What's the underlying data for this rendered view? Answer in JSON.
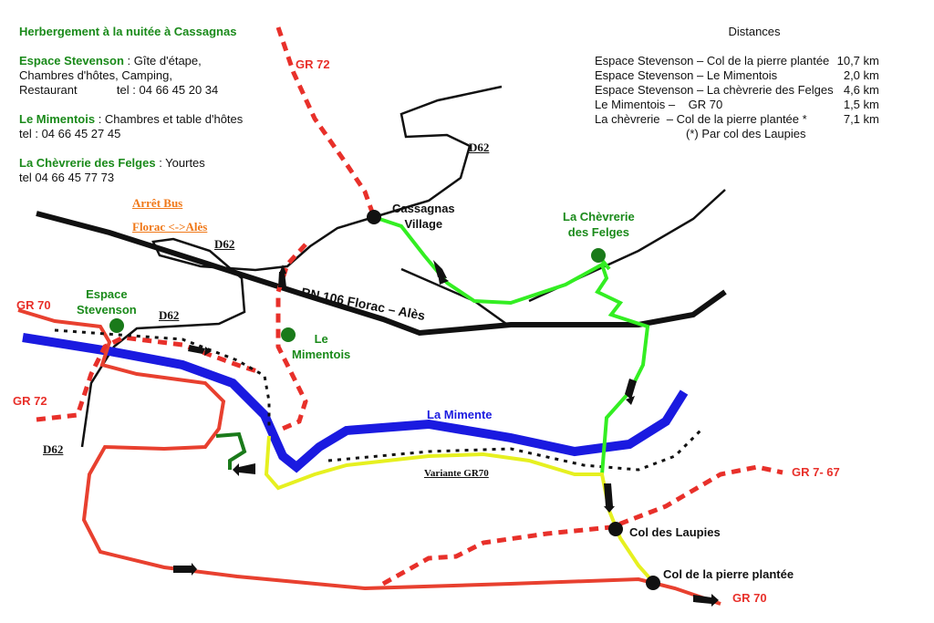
{
  "info": {
    "title": "Herbergement à la nuitée à Cassagnas",
    "entries": [
      {
        "name": "Espace Stevenson",
        "desc": " : Gîte d'étape,",
        "line2": "Chambres d'hôtes, Camping,",
        "line3": "Restaurant            tel : 04 66 45 20 34"
      },
      {
        "name": "Le Mimentois",
        "desc": " : Chambres et table d'hôtes",
        "line2": "tel : 04 66 45 27 45"
      },
      {
        "name": "La Chèvrerie des Felges",
        "desc": " : Yourtes",
        "line2": "tel 04 66 45 77 73"
      }
    ]
  },
  "distances": {
    "title": "Distances",
    "rows": [
      {
        "route": "Espace Stevenson – Col de la pierre plantée",
        "km": "10,7 km"
      },
      {
        "route": "Espace Stevenson – Le Mimentois",
        "km": "2,0 km"
      },
      {
        "route": "Espace Stevenson – La chèvrerie des Felges",
        "km": "4,6 km"
      },
      {
        "route": "Le Mimentois –    GR 70",
        "km": "1,5 km"
      },
      {
        "route": "La chèvrerie  – Col de la pierre plantée *",
        "km": "7,1 km"
      }
    ],
    "note": "(*)  Par col des Laupies"
  },
  "labels": {
    "gr72_top": "GR 72",
    "gr72_left": "GR 72",
    "gr70_left": "GR 70",
    "gr70_right": "GR 70",
    "gr767": "GR 7- 67",
    "cassagnas": "Cassagnas",
    "village": "Village",
    "chevrerie1": "La Chèvrerie",
    "chevrerie2": "des Felges",
    "espace1": "Espace",
    "espace2": "Stevenson",
    "mimentois1": "Le",
    "mimentois2": "Mimentois",
    "rn106": "RN 106  Florac – Alès",
    "d62_a": "D62",
    "d62_b": "D62",
    "d62_c": "D62",
    "d62_d": "D62",
    "bus1": "Arrêt Bus",
    "bus2": "Florac <->Alès",
    "river": "La Mimente",
    "variante": "Variante GR70",
    "col_laupies": "Col des Laupies",
    "col_pierre": "Col de la pierre plantée"
  },
  "colors": {
    "road": "#111111",
    "river": "#1a1ae0",
    "gr": "#e8302a",
    "trail_green": "#33ee22",
    "trail_yellow": "#e6f020",
    "dark_green": "#1a7a1a"
  }
}
